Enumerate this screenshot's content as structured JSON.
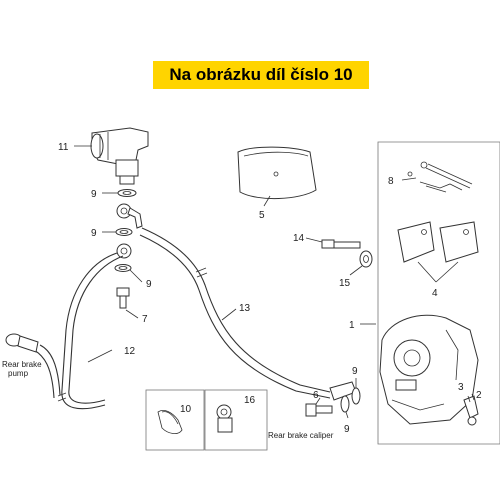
{
  "banner": {
    "text": "Na obrázku díl číslo 10",
    "color": "#ffd400"
  },
  "callouts": {
    "c1": "1",
    "c2": "2",
    "c3": "3",
    "c4": "4",
    "c5": "5",
    "c6": "6",
    "c7": "7",
    "c8": "8",
    "c9a": "9",
    "c9b": "9",
    "c9c": "9",
    "c9d": "9",
    "c9e": "9",
    "c10": "10",
    "c11": "11",
    "c12": "12",
    "c13": "13",
    "c14": "14",
    "c15": "15",
    "c16": "16"
  },
  "captions": {
    "rear_brake_pump_line1": "Rear brake",
    "rear_brake_pump_line2": "pump",
    "rear_brake_caliper": "Rear brake caliper"
  }
}
